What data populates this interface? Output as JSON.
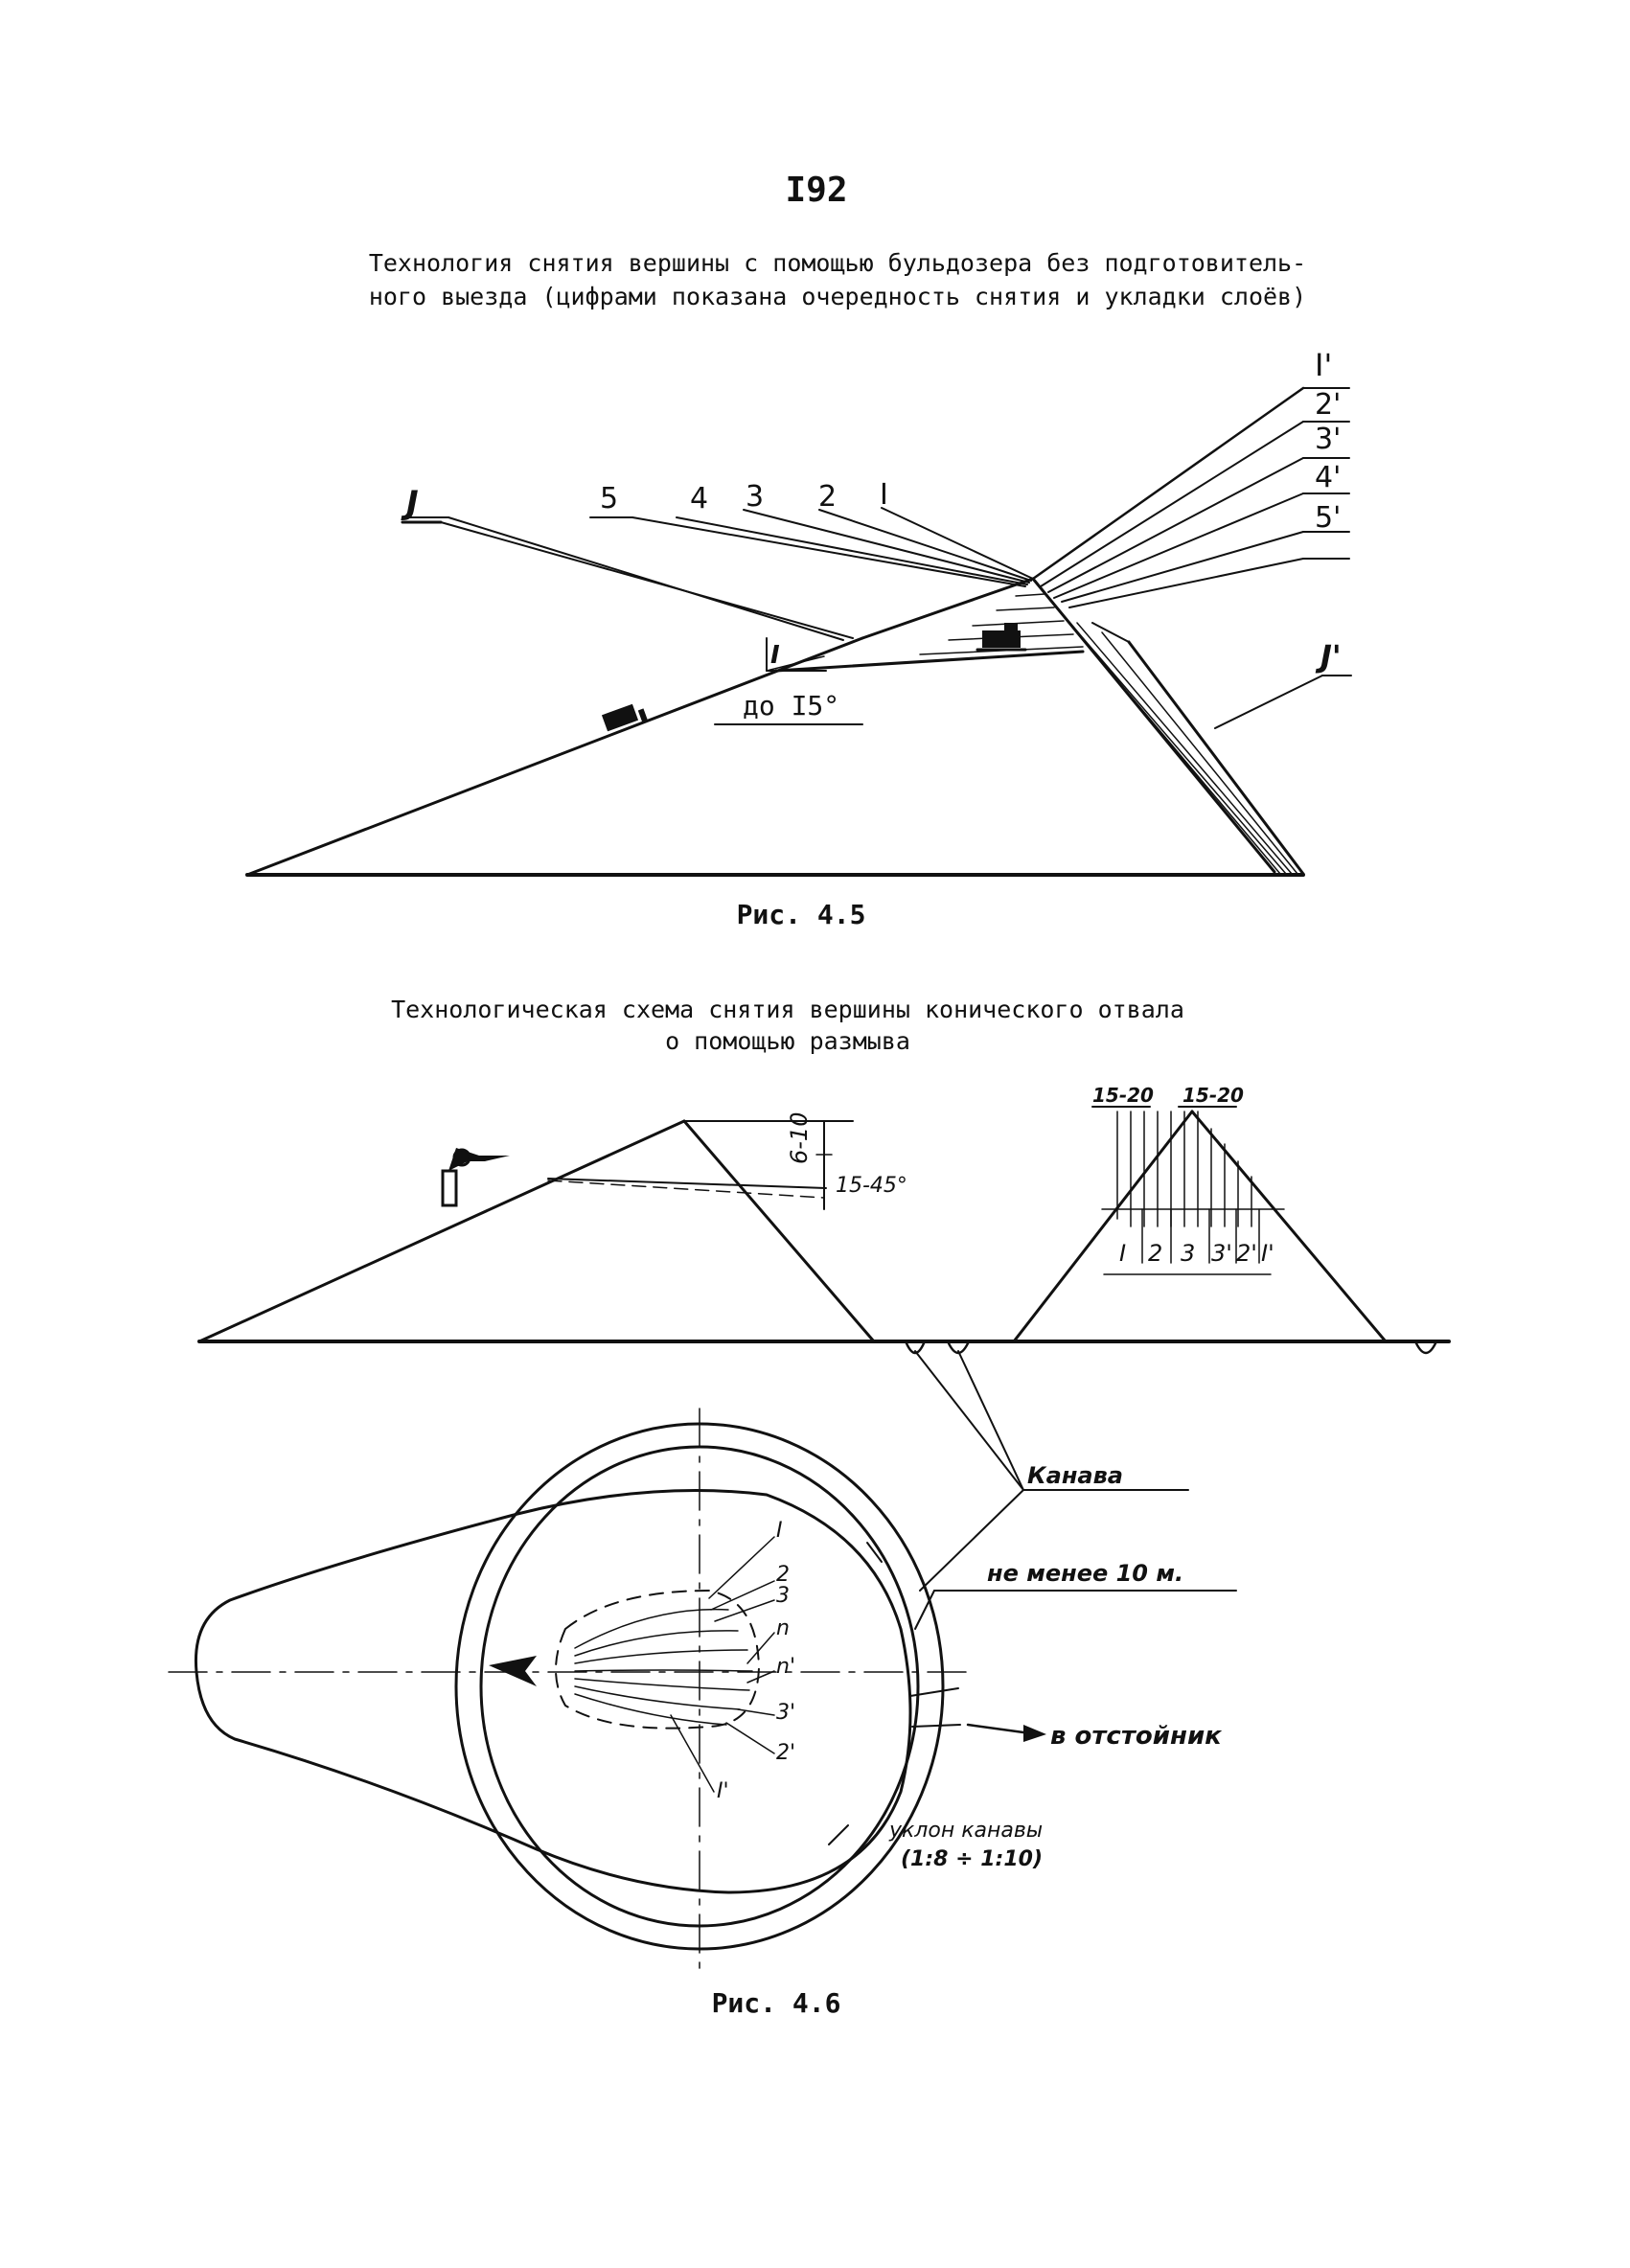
{
  "page_number": "I92",
  "figure_4_5": {
    "title_line1": "Технология снятия вершины с помощью бульдозера без подготовитель-",
    "title_line2": "ного выезда (цифрами показана очередность снятия и укладки слоёв)",
    "label_J": "J",
    "label_J_prime": "J'",
    "removal_layer_labels": [
      "5",
      "4",
      "3",
      "2",
      "I"
    ],
    "placement_layer_labels": [
      "I'",
      "2'",
      "3'",
      "4'",
      "5'"
    ],
    "slope_marker": "I",
    "slope_angle": "до I5°",
    "caption": "Рис. 4.5"
  },
  "figure_4_6": {
    "title_line1": "Технологическая схема снятия вершины конического отвала",
    "title_line2": "о помощью размыва",
    "height_label": "6-10",
    "angle_label": "15-45°",
    "section_top_left": "15-20",
    "section_top_right": "15-20",
    "section_bottom_labels": [
      "I",
      "2",
      "3",
      "3'",
      "2'",
      "I'"
    ],
    "ditch_label": "Канава",
    "distance_label": "не менее 10 м.",
    "plan_labels": [
      "I",
      "2",
      "3",
      "n",
      "n'",
      "3'",
      "2'",
      "I'"
    ],
    "settling_label": "в отстойник",
    "slope_label_line1": "уклон канавы",
    "slope_label_line2": "(1:8 ÷ 1:10)",
    "caption": "Рис. 4.6"
  }
}
